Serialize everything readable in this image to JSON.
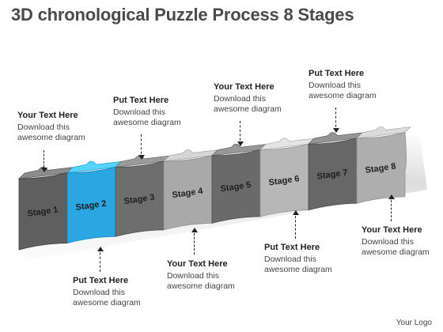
{
  "title": "3D chronological Puzzle Process 8 Stages",
  "stages": [
    {
      "label": "Stage 1",
      "color": "#5f5f5f"
    },
    {
      "label": "Stage 2",
      "color": "#2aa6e0"
    },
    {
      "label": "Stage 3",
      "color": "#6e6e6e"
    },
    {
      "label": "Stage 4",
      "color": "#a9a9a9"
    },
    {
      "label": "Stage 5",
      "color": "#6a6a6a"
    },
    {
      "label": "Stage 6",
      "color": "#b7b7b7"
    },
    {
      "label": "Stage 7",
      "color": "#676767"
    },
    {
      "label": "Stage 8",
      "color": "#aeaeae"
    }
  ],
  "callouts": [
    {
      "heading": "Your Text Here",
      "body": "Download this\nawesome diagram"
    },
    {
      "heading": "Put Text Here",
      "body": "Download this\nawesome diagram"
    },
    {
      "heading": "Put Text Here",
      "body": "Download this\nawesome diagram"
    },
    {
      "heading": "Your Text Here",
      "body": "Download this\nawesome diagram"
    },
    {
      "heading": "Your Text Here",
      "body": "Download this\nawesome diagram"
    },
    {
      "heading": "Put Text Here",
      "body": "Download this\nawesome diagram"
    },
    {
      "heading": "Put Text Here",
      "body": "Download this\nawesome diagram"
    },
    {
      "heading": "Your Text Here",
      "body": "Download this\nawesome diagram"
    }
  ],
  "footer": {
    "logo": "Your Logo"
  }
}
